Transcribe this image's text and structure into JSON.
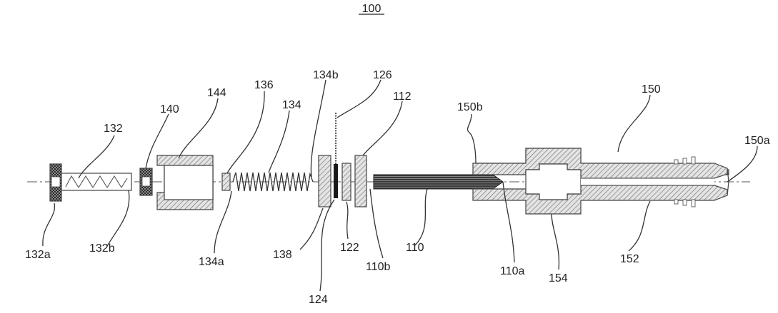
{
  "figure": {
    "number": "100",
    "labels": {
      "l132a": "132a",
      "l132": "132",
      "l132b": "132b",
      "l140": "140",
      "l144": "144",
      "l136": "136",
      "l134": "134",
      "l134a": "134a",
      "l134b": "134b",
      "l138": "138",
      "l126": "126",
      "l124": "124",
      "l122": "122",
      "l112": "112",
      "l110b": "110b",
      "l110": "110",
      "l110a": "110a",
      "l150b": "150b",
      "l150": "150",
      "l150a": "150a",
      "l154": "154",
      "l152": "152"
    }
  },
  "colors": {
    "line": "#333333",
    "hatch_fill": "#bdbdbd",
    "dark_fill": "#1a1a1a"
  }
}
